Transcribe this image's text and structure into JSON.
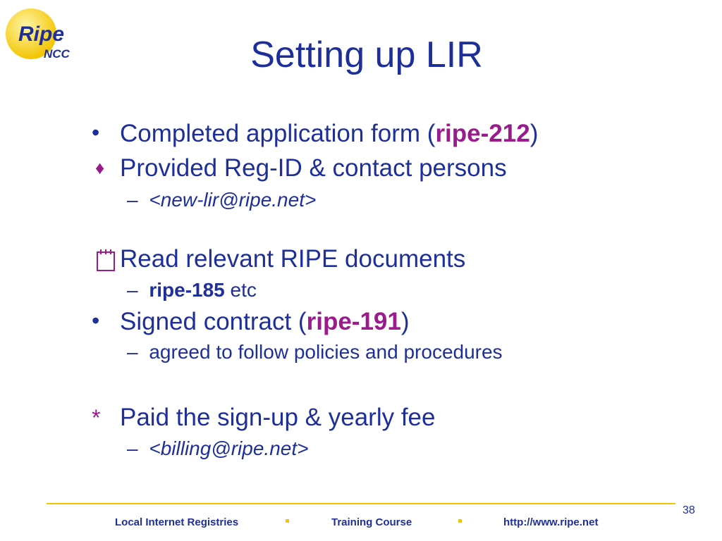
{
  "logo": {
    "top_text": "Ripe",
    "bottom_text": "NCC"
  },
  "title": "Setting up LIR",
  "items": {
    "i1": {
      "marker": "•",
      "text_pre": "Completed application form (",
      "ref": "ripe-212",
      "text_post": ")"
    },
    "i2": {
      "marker": "♦",
      "text": "Provided Reg-ID & contact persons"
    },
    "i2_sub": {
      "marker": "–",
      "email": "<new-lir@ripe.net>"
    },
    "i3": {
      "text": "Read relevant RIPE documents"
    },
    "i3_sub": {
      "marker": "–",
      "ref": "ripe-185",
      "text_post": " etc"
    },
    "i4": {
      "marker": "•",
      "text_pre": "Signed contract (",
      "ref": "ripe-191",
      "text_post": ")"
    },
    "i4_sub": {
      "marker": "–",
      "text": "agreed to follow policies and procedures"
    },
    "i5": {
      "marker": "*",
      "text": "Paid the sign-up & yearly fee"
    },
    "i5_sub": {
      "marker": "–",
      "email": "<billing@ripe.net>"
    }
  },
  "footer": {
    "left": "Local Internet Registries",
    "middle": "Training Course",
    "right": "http://www.ripe.net",
    "page_number": "38"
  },
  "colors": {
    "title_blue": "#1e2f9a",
    "reference_purple": "#9b1b8d",
    "accent_yellow": "#f5c400"
  }
}
